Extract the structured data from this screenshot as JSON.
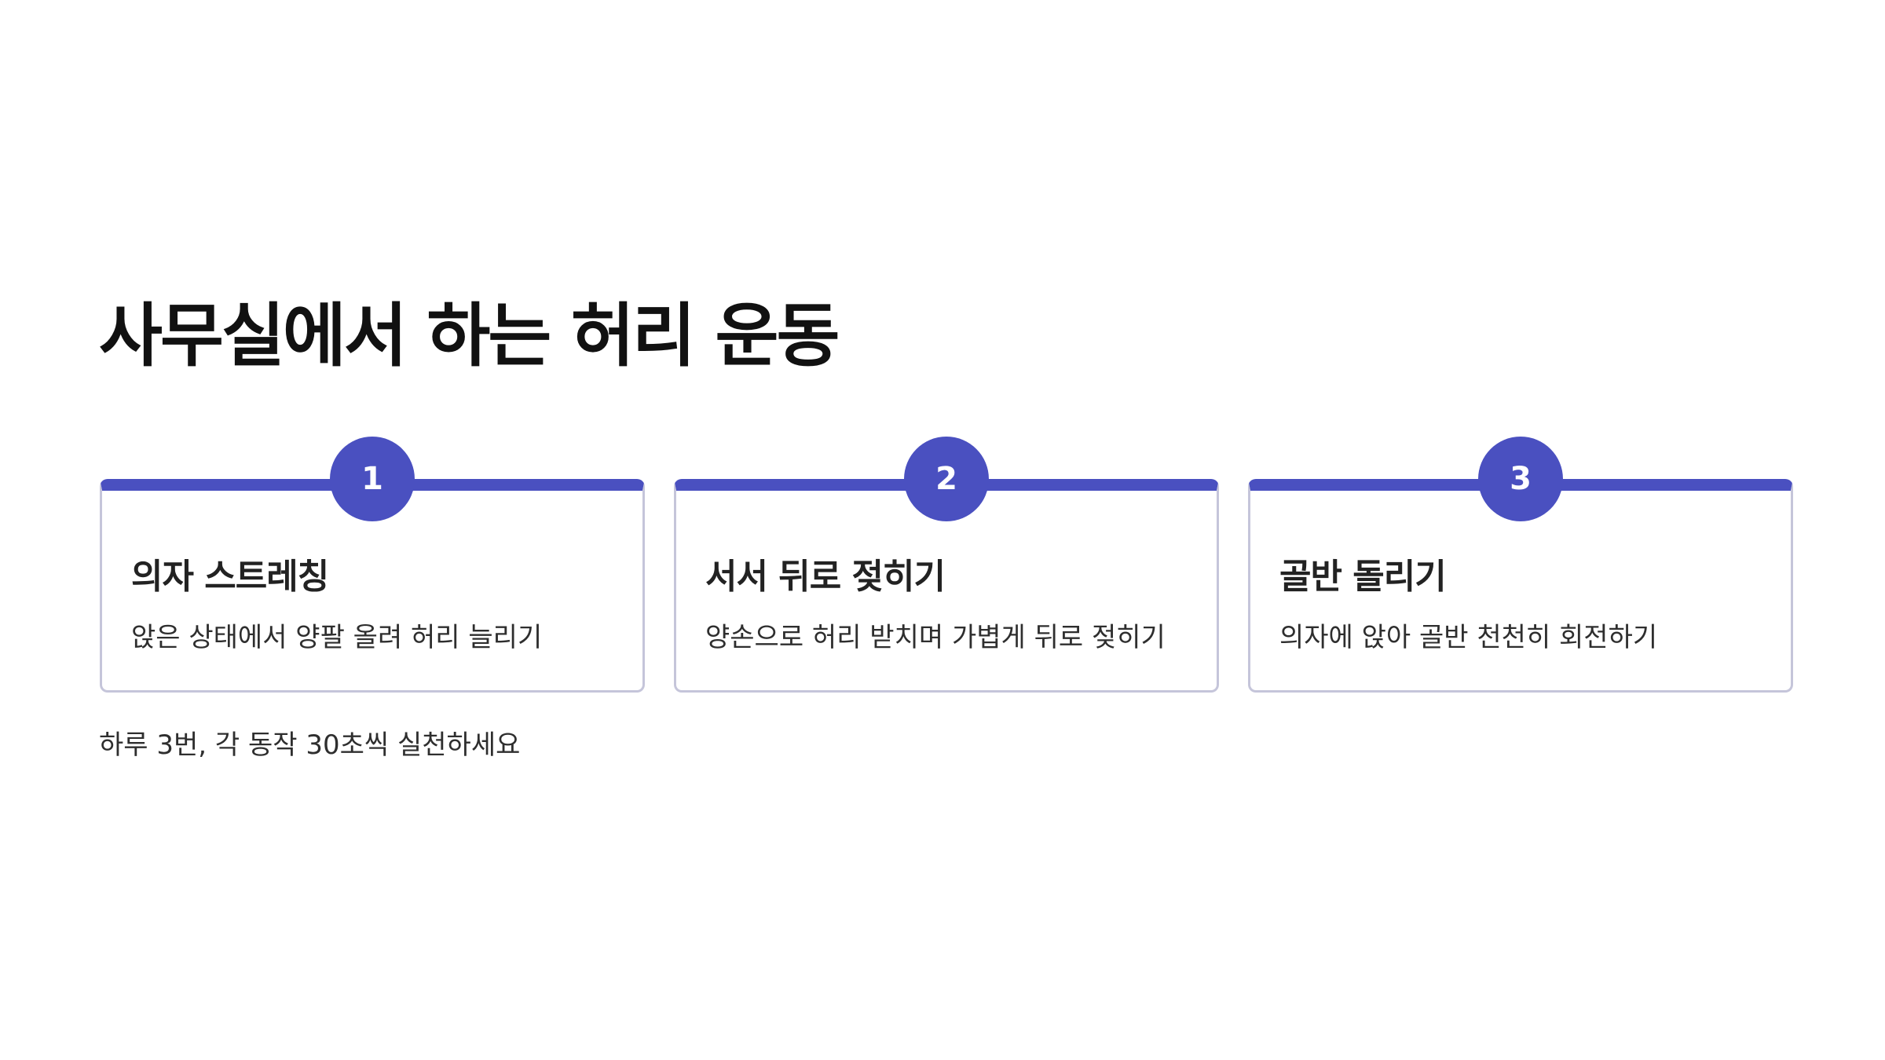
{
  "title": "사무실에서 하는 허리 운동",
  "accent_color": "#4a50c0",
  "steps": [
    {
      "number": "1",
      "title": "의자 스트레칭",
      "description": "앉은 상태에서 양팔 올려 허리 늘리기"
    },
    {
      "number": "2",
      "title": "서서 뒤로 젖히기",
      "description": "양손으로 허리 받치며 가볍게 뒤로 젖히기"
    },
    {
      "number": "3",
      "title": "골반 돌리기",
      "description": "의자에 앉아 골반 천천히 회전하기"
    }
  ],
  "footer_note": "하루 3번, 각 동작 30초씩 실천하세요"
}
